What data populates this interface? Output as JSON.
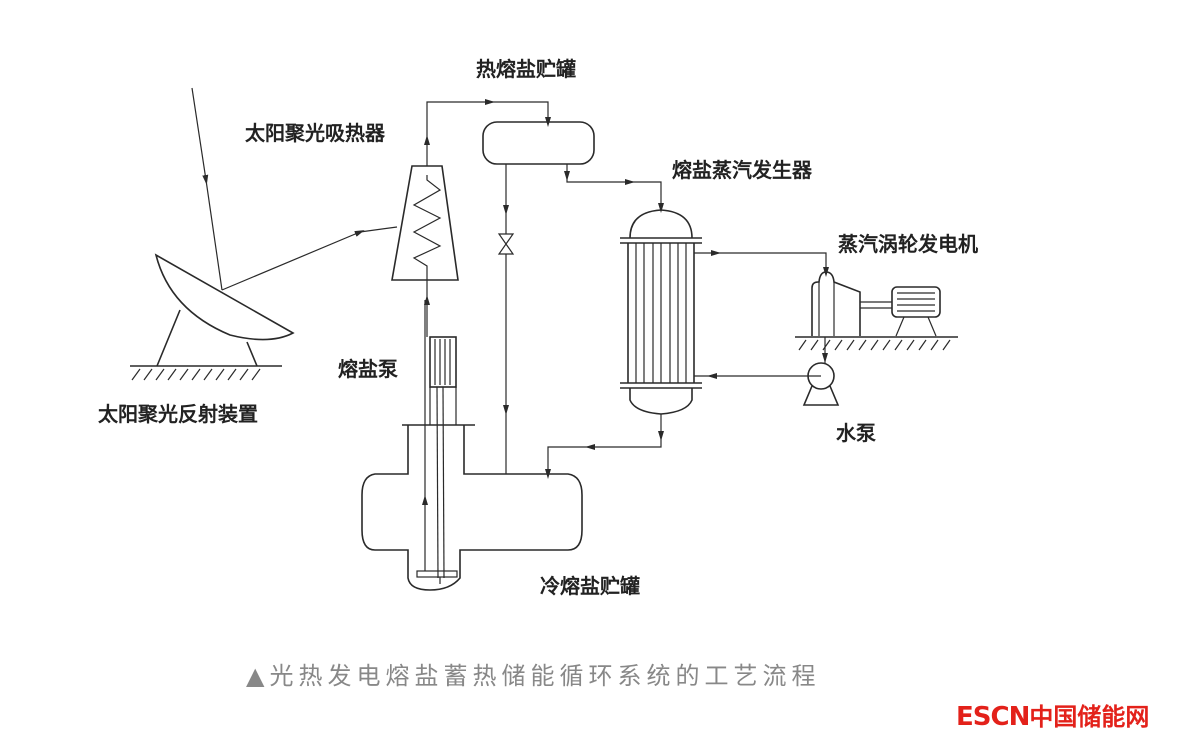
{
  "labels": {
    "hot_tank": "热熔盐贮罐",
    "receiver": "太阳聚光吸热器",
    "steam_generator": "熔盐蒸汽发生器",
    "turbine": "蒸汽涡轮发电机",
    "salt_pump": "熔盐泵",
    "reflector": "太阳聚光反射装置",
    "water_pump": "水泵",
    "cold_tank": "冷熔盐贮罐"
  },
  "caption": {
    "marker": "▲",
    "text": "光热发电熔盐蓄热储能循环系统的工艺流程"
  },
  "logo": {
    "en": "ESCN",
    "cn": "中国储能网",
    "color": "#e3211a"
  },
  "colors": {
    "line": "#2a2a2a",
    "caption": "#888888"
  }
}
